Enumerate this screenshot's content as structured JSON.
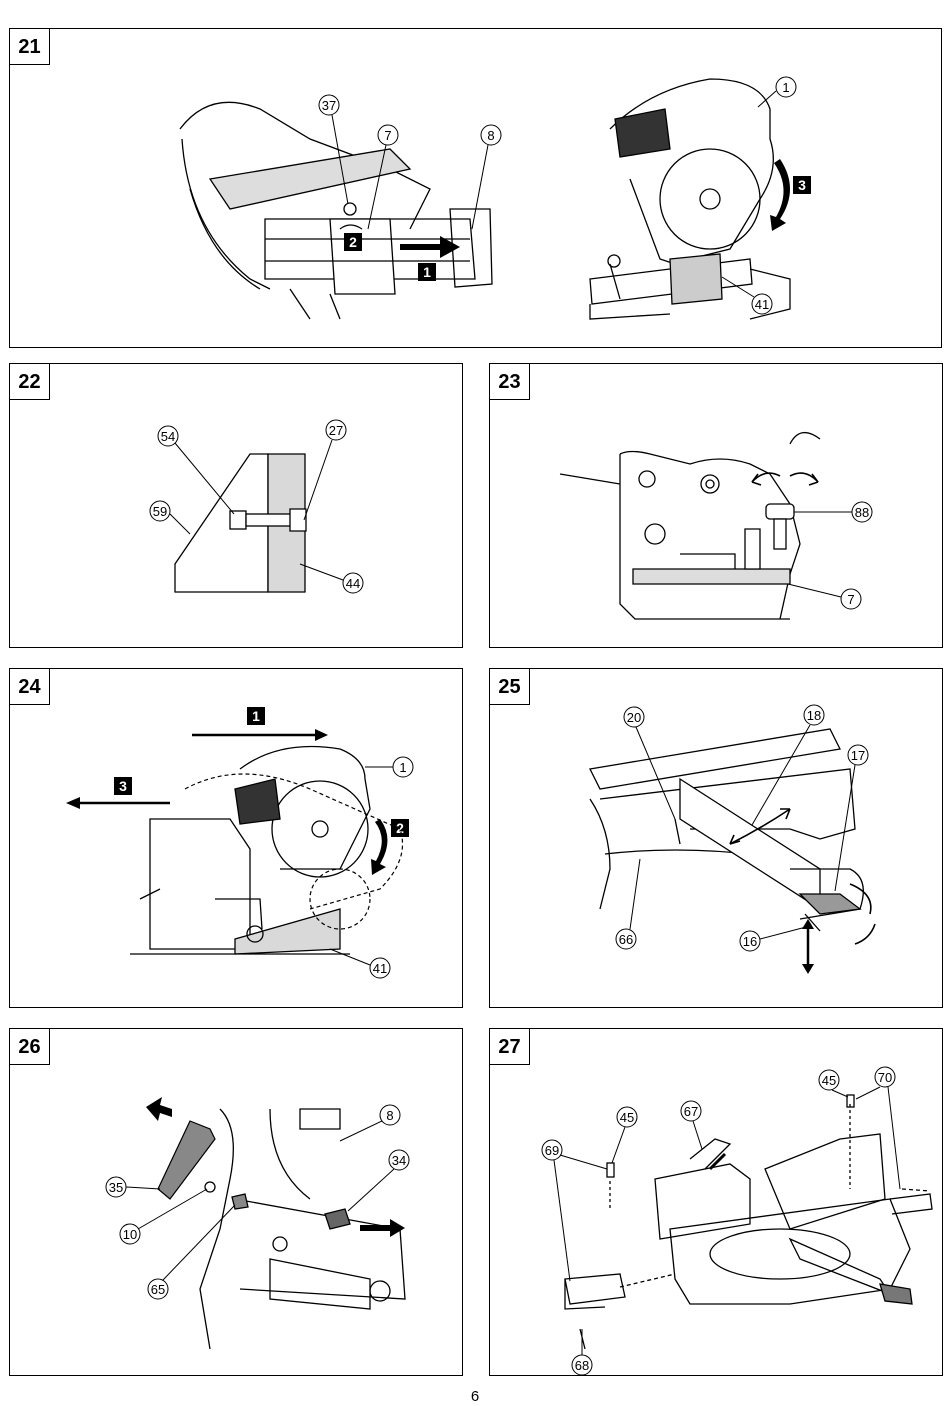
{
  "page_number": "6",
  "figures": [
    {
      "id": "fig21",
      "number": "21",
      "callouts": [
        "37",
        "7",
        "8",
        "1",
        "41"
      ],
      "steps": [
        "1",
        "2",
        "3"
      ]
    },
    {
      "id": "fig22",
      "number": "22",
      "callouts": [
        "54",
        "27",
        "59",
        "44"
      ]
    },
    {
      "id": "fig23",
      "number": "23",
      "callouts": [
        "88",
        "7"
      ]
    },
    {
      "id": "fig24",
      "number": "24",
      "callouts": [
        "1",
        "41"
      ],
      "steps": [
        "1",
        "2",
        "3"
      ]
    },
    {
      "id": "fig25",
      "number": "25",
      "callouts": [
        "20",
        "18",
        "17",
        "66",
        "16"
      ]
    },
    {
      "id": "fig26",
      "number": "26",
      "callouts": [
        "8",
        "34",
        "35",
        "10",
        "65"
      ]
    },
    {
      "id": "fig27",
      "number": "27",
      "callouts": [
        "45",
        "70",
        "67",
        "45",
        "69",
        "68"
      ]
    }
  ]
}
